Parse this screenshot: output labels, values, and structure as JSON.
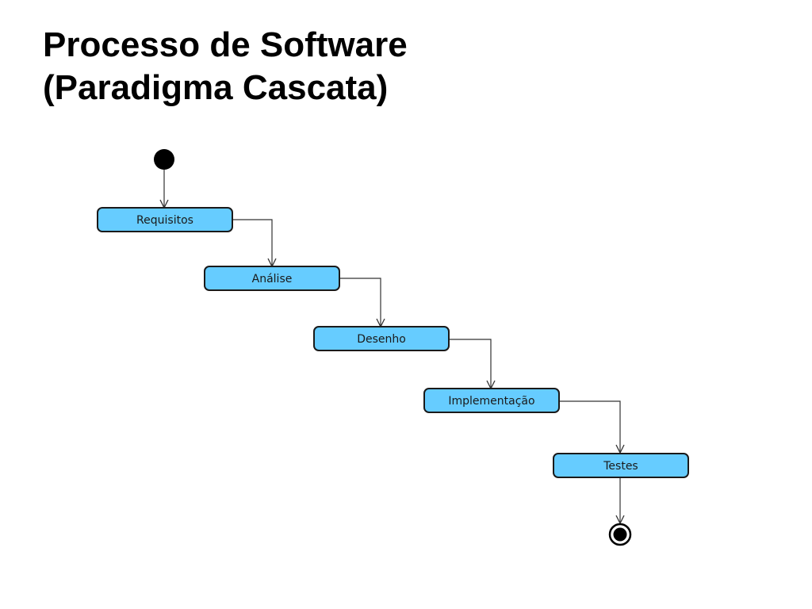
{
  "title": {
    "line1": "Processo de Software",
    "line2": "(Paradigma Cascata)"
  },
  "diagram": {
    "type": "uml-activity",
    "activities": [
      "Requisitos",
      "Análise",
      "Desenho",
      "Implementação",
      "Testes"
    ],
    "colors": {
      "activity_fill": "#66ccff",
      "activity_stroke": "#1a1a1a",
      "node": "#000000",
      "edge": "#333333"
    }
  }
}
